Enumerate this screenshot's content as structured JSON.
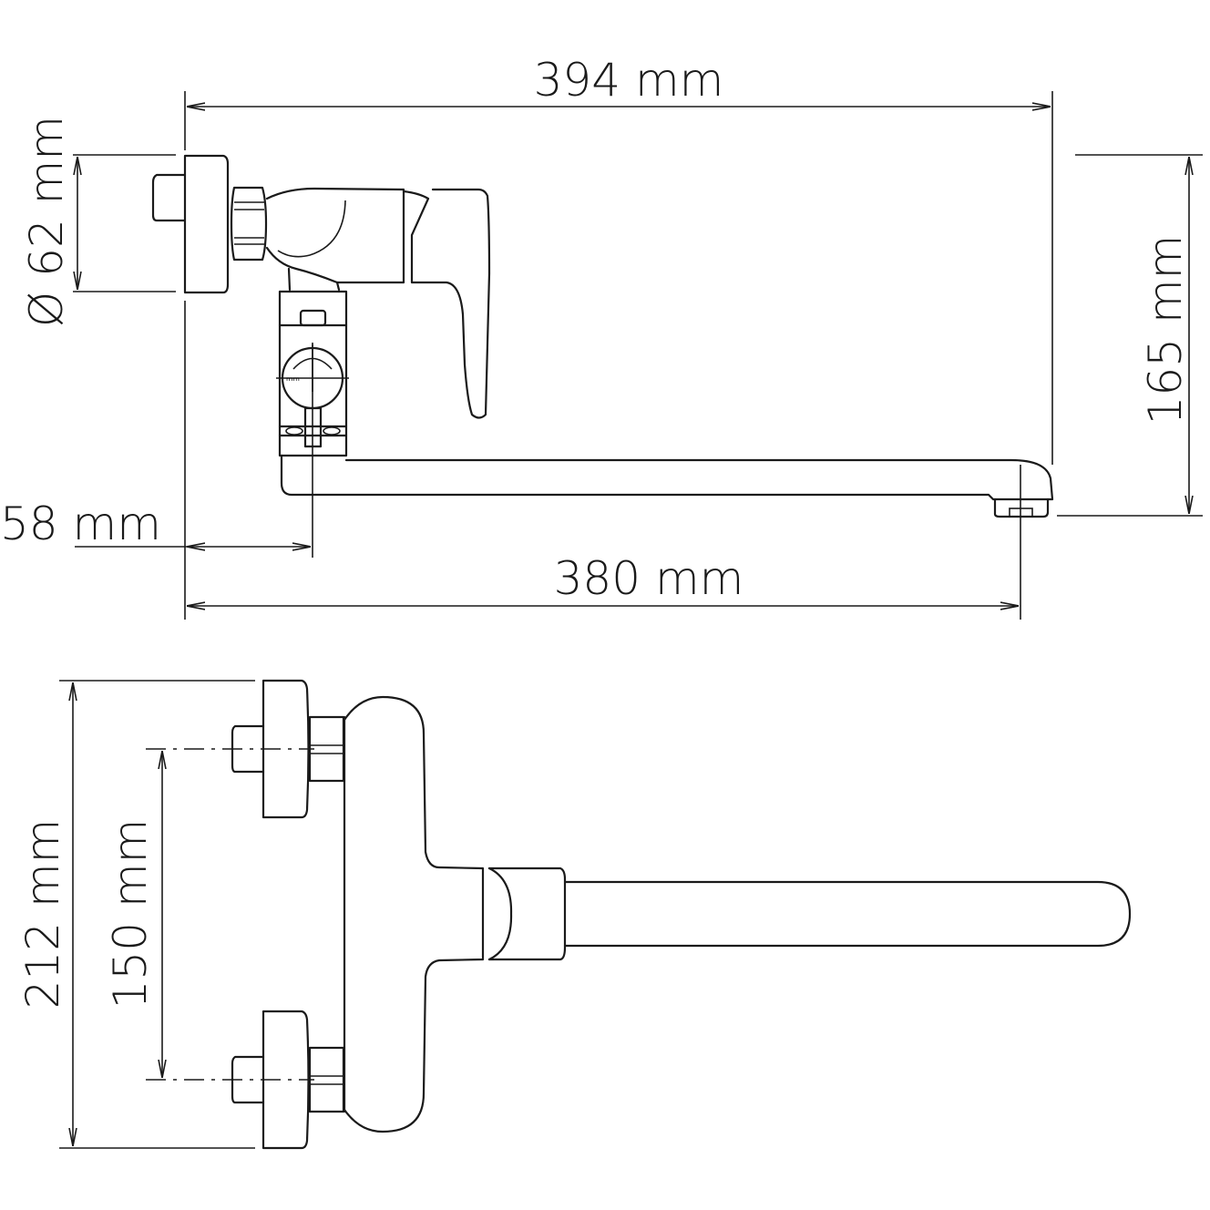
{
  "dimensions": {
    "top_width": "394 mm",
    "flange_diameter": "Ø 62 mm",
    "height": "165 mm",
    "wall_offset": "58 mm",
    "spout_reach": "380 mm",
    "total_height": "212 mm",
    "inlet_spacing": "150 mm"
  }
}
